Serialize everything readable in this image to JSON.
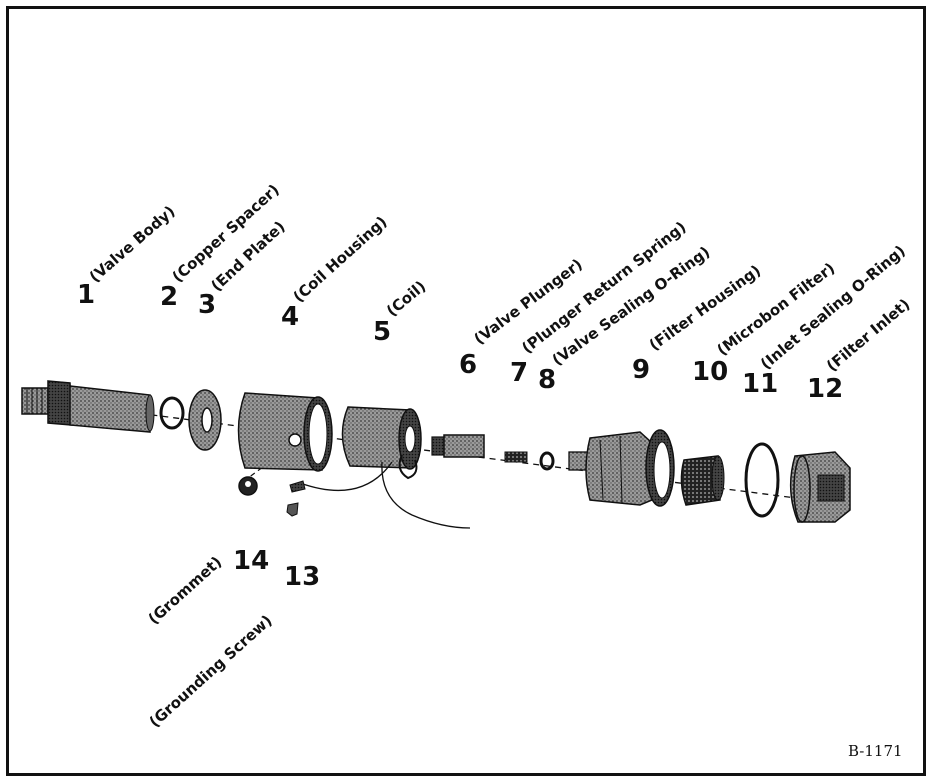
{
  "figure_code": "B-1171",
  "parts": [
    {
      "number": "1",
      "name": "(Valve Body)"
    },
    {
      "number": "2",
      "name": "(Copper Spacer)"
    },
    {
      "number": "3",
      "name": "(End Plate)"
    },
    {
      "number": "4",
      "name": "(Coil Housing)"
    },
    {
      "number": "5",
      "name": "(Coil)"
    },
    {
      "number": "6",
      "name": "(Valve Plunger)"
    },
    {
      "number": "7",
      "name": "(Plunger Return Spring)"
    },
    {
      "number": "8",
      "name": "(Valve Sealing O-Ring)"
    },
    {
      "number": "9",
      "name": "(Filter Housing)"
    },
    {
      "number": "10",
      "name": "(Microbon Filter)"
    },
    {
      "number": "11",
      "name": "(Inlet Sealing O-Ring)"
    },
    {
      "number": "12",
      "name": "(Filter Inlet)"
    },
    {
      "number": "13",
      "name": "(Grounding Screw)"
    },
    {
      "number": "14",
      "name": "(Grommet)"
    }
  ]
}
